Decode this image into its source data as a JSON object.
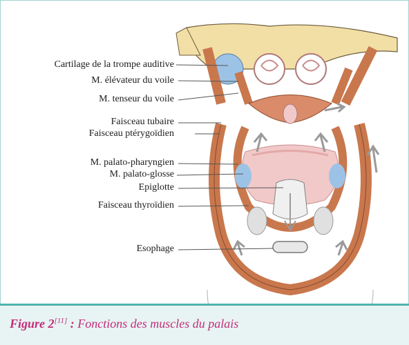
{
  "labels": {
    "cartilage": "Cartilage de la trompe auditive",
    "elevateur": "M. élévateur du voile",
    "tenseur": "M. tenseur du voile",
    "tubaire": "Faisceau tubaire",
    "pterygoidien": "Faisceau ptérygoïdien",
    "palato_pharyngien": "M. palato-pharyngien",
    "palato_glosse": "M. palato-glosse",
    "epiglotte": "Epiglotte",
    "thyroidien": "Faisceau thyroïdien",
    "esophage": "Esophage"
  },
  "caption": {
    "figure": "Figure 2",
    "ref": "[11]",
    "separator": " : ",
    "text": "Fonctions des muscles du palais"
  },
  "colors": {
    "accent": "#c62b7a",
    "frame": "#9fd3cf",
    "caption_bg": "#e7f4f3",
    "muscle": "#c9774d",
    "bone": "#f2dfa6",
    "cartilage": "#9cc3e6",
    "tissue_pink": "#f2c9c9"
  }
}
